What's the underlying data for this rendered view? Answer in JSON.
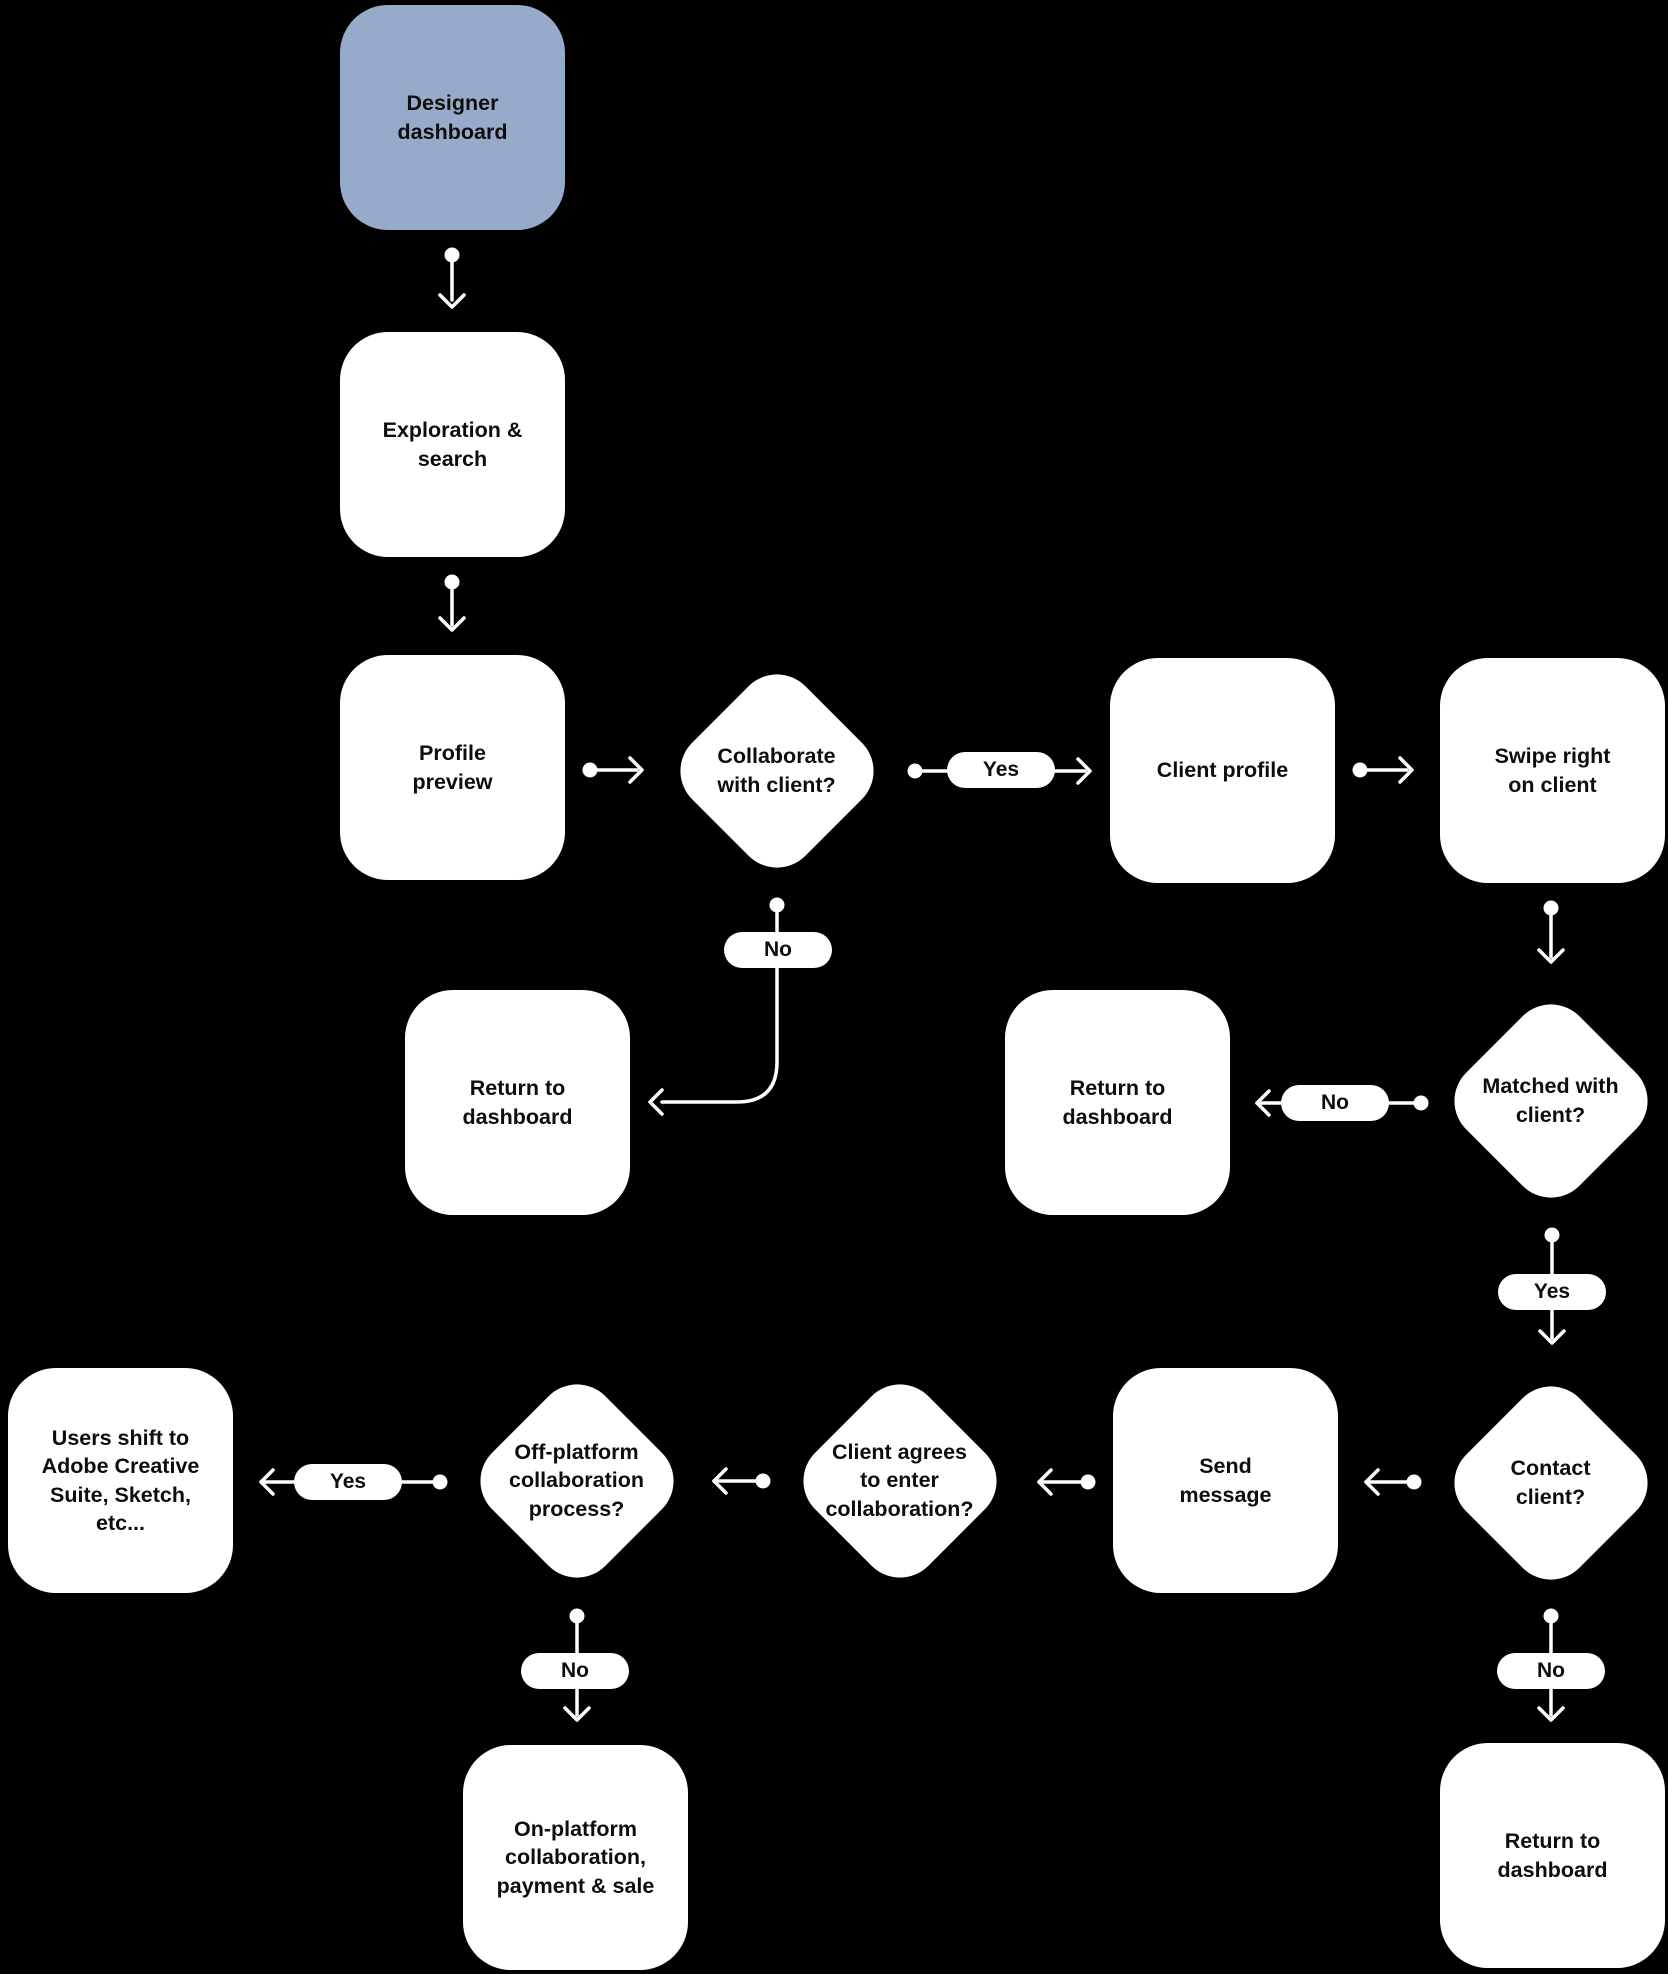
{
  "diagram": {
    "colors": {
      "background": "#000000",
      "node_fill": "#ffffff",
      "accent_node_fill": "#98aac9",
      "node_text": "#0d0d0d",
      "connector": "#ffffff"
    },
    "nodes": {
      "designer_dashboard": {
        "type": "start",
        "label": "Designer\ndashboard"
      },
      "exploration_search": {
        "type": "process",
        "label": "Exploration &\nsearch"
      },
      "profile_preview": {
        "type": "process",
        "label": "Profile\npreview"
      },
      "collaborate_with_client": {
        "type": "decision",
        "label": "Collaborate\nwith client?"
      },
      "client_profile": {
        "type": "process",
        "label": "Client profile"
      },
      "swipe_right_on_client": {
        "type": "process",
        "label": "Swipe right\non client"
      },
      "return_to_dashboard_no_collaborate": {
        "type": "process",
        "label": "Return to\ndashboard"
      },
      "matched_with_client": {
        "type": "decision",
        "label": "Matched with\nclient?"
      },
      "return_to_dashboard_not_matched": {
        "type": "process",
        "label": "Return to\ndashboard"
      },
      "contact_client": {
        "type": "decision",
        "label": "Contact\nclient?"
      },
      "send_message": {
        "type": "process",
        "label": "Send\nmessage"
      },
      "client_agrees": {
        "type": "decision",
        "label": "Client agrees\nto enter\ncollaboration?"
      },
      "off_platform_process": {
        "type": "decision",
        "label": "Off-platform\ncollaboration\nprocess?"
      },
      "users_shift_tools": {
        "type": "process",
        "label": "Users shift to\nAdobe Creative\nSuite, Sketch,\netc..."
      },
      "on_platform_collaboration": {
        "type": "process",
        "label": "On-platform\ncollaboration,\npayment & sale"
      },
      "return_to_dashboard_no_contact": {
        "type": "process",
        "label": "Return to\ndashboard"
      }
    },
    "edge_labels": {
      "collaborate_yes": "Yes",
      "collaborate_no": "No",
      "matched_no": "No",
      "matched_yes": "Yes",
      "off_platform_yes": "Yes",
      "off_platform_no": "No",
      "contact_no": "No"
    }
  }
}
